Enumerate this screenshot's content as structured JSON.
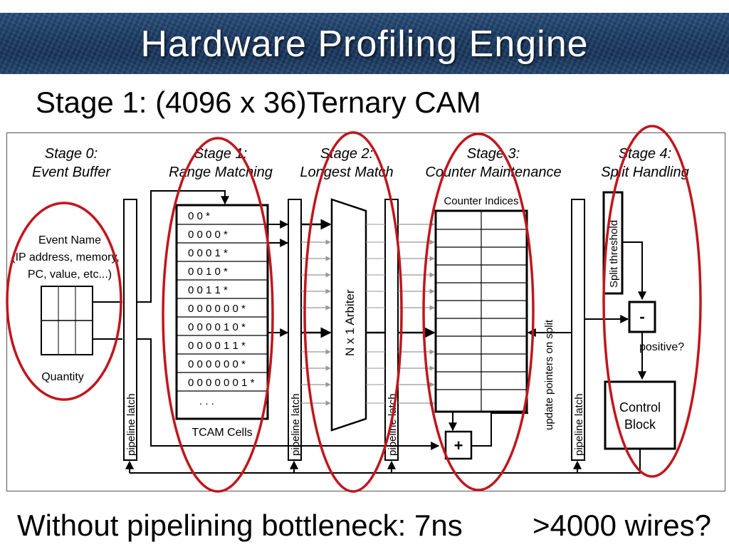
{
  "slide": {
    "title": "Hardware Profiling Engine",
    "subtitle": "Stage 1: (4096 x 36)Ternary CAM",
    "footer_left": "Without pipelining bottleneck: 7ns",
    "footer_right": ">4000 wires?"
  },
  "stages": [
    {
      "line1": "Stage 0:",
      "line2": "Event Buffer"
    },
    {
      "line1": "Stage 1:",
      "line2": "Range Matching"
    },
    {
      "line1": "Stage 2:",
      "line2": "Longest Match"
    },
    {
      "line1": "Stage 3:",
      "line2": "Counter Maintenance"
    },
    {
      "line1": "Stage 4:",
      "line2": "Split Handling"
    }
  ],
  "event": {
    "name_line1": "Event Name",
    "name_line2": "(IP address, memory,",
    "name_line3": "PC, value, etc...)",
    "quantity": "Quantity"
  },
  "latch_label": "pipeline latch",
  "tcam": {
    "rows": [
      "0 0 *",
      "0 0 0 0 *",
      "0 0 0 1 *",
      "0 0 1 0 *",
      "0 0 1 1 *",
      "0 0 0 0 0 0 *",
      "0 0 0 0 1 0 *",
      "0 0 0 0 1 1 *",
      "0 0 0 0 0 0 *",
      "0 0 0 0 0 0 1 *",
      ". . ."
    ],
    "label": "TCAM Cells"
  },
  "arbiter_label": "N x 1 Arbiter",
  "counter": {
    "label": "Counter Indices",
    "update_label": "update pointers on split",
    "adder": "+"
  },
  "split": {
    "threshold": "Split threshold",
    "subtract": "-",
    "positive": "positive?",
    "control_line1": "Control",
    "control_line2": "Block"
  },
  "colors": {
    "highlight": "#c0161c",
    "header": "#1c3d66"
  }
}
